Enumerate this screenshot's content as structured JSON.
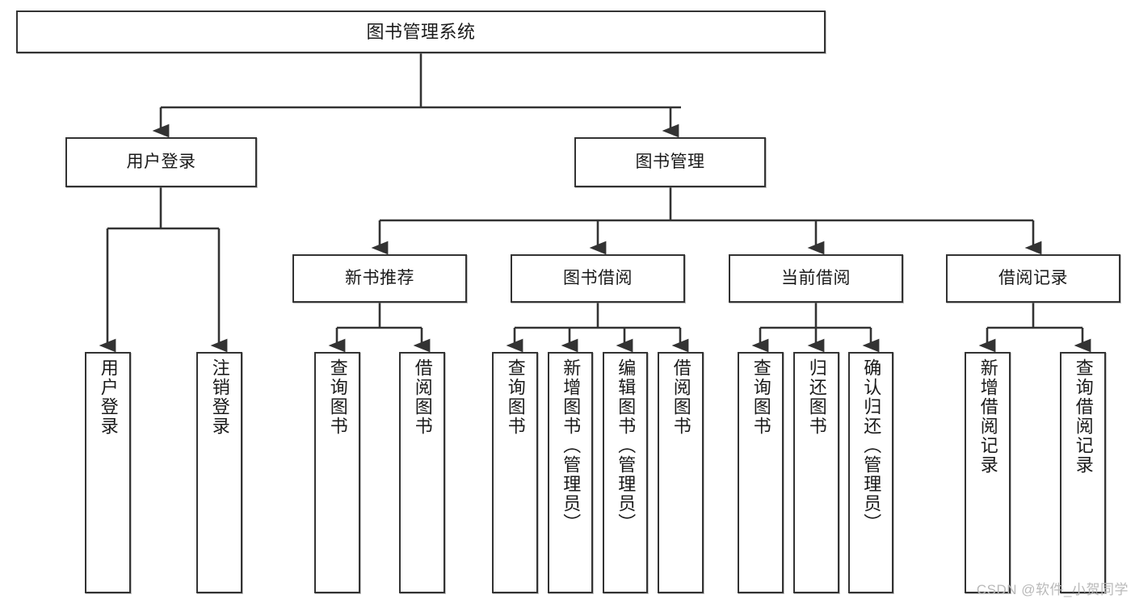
{
  "diagram": {
    "title": "图书管理系统",
    "root": {
      "label": "图书管理系统"
    },
    "level2": [
      {
        "label": "用户登录"
      },
      {
        "label": "图书管理"
      }
    ],
    "level3": [
      {
        "label": "新书推荐"
      },
      {
        "label": "图书借阅"
      },
      {
        "label": "当前借阅"
      },
      {
        "label": "借阅记录"
      }
    ],
    "leaves": [
      {
        "label": "用户登录"
      },
      {
        "label": "注销登录"
      },
      {
        "label": "查询图书"
      },
      {
        "label": "借阅图书"
      },
      {
        "label": "查询图书"
      },
      {
        "label": "新增图书（管理员）"
      },
      {
        "label": "编辑图书（管理员）"
      },
      {
        "label": "借阅图书"
      },
      {
        "label": "查询图书"
      },
      {
        "label": "归还图书"
      },
      {
        "label": "确认归还（管理员）"
      },
      {
        "label": "新增借阅记录"
      },
      {
        "label": "查询借阅记录"
      }
    ],
    "watermark": "CSDN @软件_小贺同学",
    "colors": {
      "stroke": "#333333",
      "background": "#ffffff",
      "text": "#1a1a1a",
      "watermark": "#b9b9b9"
    }
  }
}
